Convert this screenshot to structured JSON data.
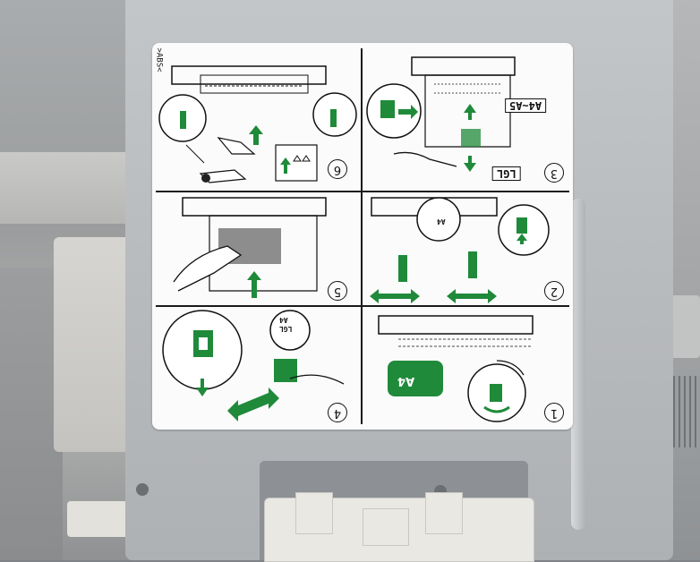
{
  "label": {
    "side_mark": ">ABS<",
    "steps": [
      {
        "number": "1",
        "badge_text": "A4"
      },
      {
        "number": "2",
        "zoom_text": "A4"
      },
      {
        "number": "3",
        "size_top": "A4~A5",
        "size_bottom": "LGL"
      },
      {
        "number": "4",
        "guide_a": "A4",
        "guide_b": "LGL"
      },
      {
        "number": "5"
      },
      {
        "number": "6"
      }
    ]
  },
  "colors": {
    "accent_green": "#1f8a3a",
    "label_background": "#fbfbfb",
    "panel_gray": "#b9bcbf"
  },
  "icons": [
    "arrow-up-icon",
    "double-arrow-icon",
    "arrow-right-icon",
    "arrow-down-icon",
    "hand-icon",
    "rotate-arrow-icon"
  ]
}
